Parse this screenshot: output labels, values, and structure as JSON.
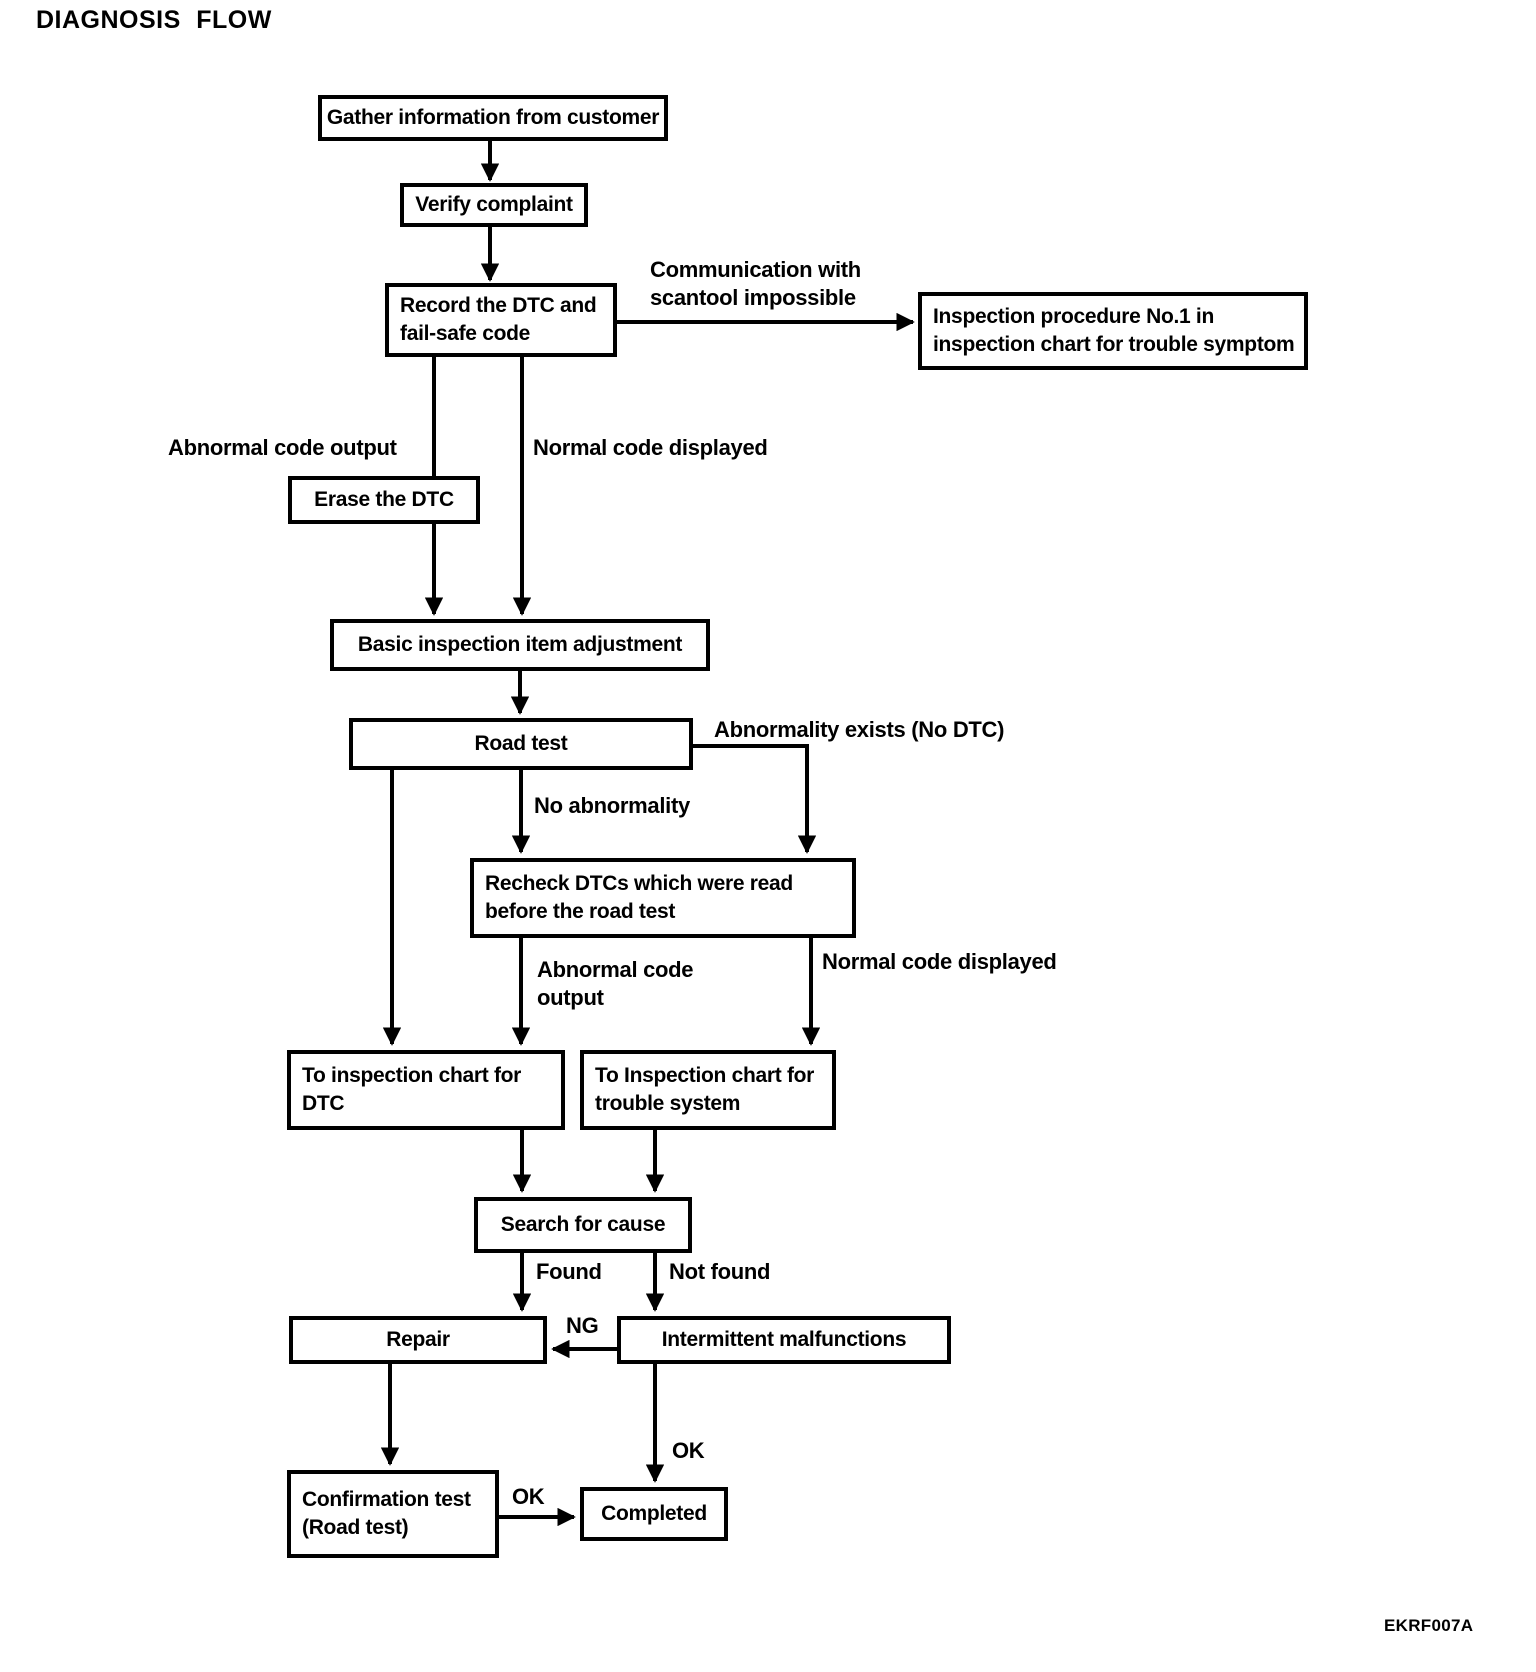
{
  "page": {
    "title": "DIAGNOSIS FLOW",
    "figure_code": "EKRF007A",
    "ink_color": "#000000",
    "paper_color": "#ffffff"
  },
  "flowchart": {
    "nodes": {
      "gather": {
        "lines": [
          "Gather information from customer"
        ]
      },
      "verify": {
        "lines": [
          "Verify complaint"
        ]
      },
      "record": {
        "lines": [
          "Record the DTC and",
          "fail-safe code"
        ]
      },
      "inspection_procedure": {
        "lines": [
          "Inspection procedure No.1 in",
          "inspection chart for trouble symptom"
        ]
      },
      "erase": {
        "lines": [
          "Erase the DTC"
        ]
      },
      "basic": {
        "lines": [
          "Basic inspection item adjustment"
        ]
      },
      "road_test": {
        "lines": [
          "Road test"
        ]
      },
      "recheck": {
        "lines": [
          "Recheck DTCs which were read",
          "before the road test"
        ]
      },
      "to_chart_dtc": {
        "lines": [
          "To inspection chart for",
          "DTC"
        ]
      },
      "to_chart_trouble": {
        "lines": [
          "To Inspection chart for",
          "trouble system"
        ]
      },
      "search": {
        "lines": [
          "Search for cause"
        ]
      },
      "repair": {
        "lines": [
          "Repair"
        ]
      },
      "intermittent": {
        "lines": [
          "Intermittent malfunctions"
        ]
      },
      "confirmation": {
        "lines": [
          "Confirmation test",
          "(Road test)"
        ]
      },
      "completed": {
        "lines": [
          "Completed"
        ]
      }
    },
    "edge_labels": {
      "communication": {
        "lines": [
          "Communication with",
          "scantool impossible"
        ]
      },
      "abnormal_code_output": {
        "lines": [
          "Abnormal code output"
        ]
      },
      "normal_code_displayed": {
        "lines": [
          "Normal code displayed"
        ]
      },
      "abnormality_exists": {
        "lines": [
          "Abnormality exists (No DTC)"
        ]
      },
      "no_abnormality": {
        "lines": [
          "No abnormality"
        ]
      },
      "abnormal_code_output_2": {
        "lines": [
          "Abnormal code",
          "output"
        ]
      },
      "normal_code_displayed_2": {
        "lines": [
          "Normal code displayed"
        ]
      },
      "found": {
        "lines": [
          "Found"
        ]
      },
      "not_found": {
        "lines": [
          "Not found"
        ]
      },
      "ng": {
        "lines": [
          "NG"
        ]
      },
      "ok_intermittent": {
        "lines": [
          "OK"
        ]
      },
      "ok_confirmation": {
        "lines": [
          "OK"
        ]
      }
    }
  }
}
